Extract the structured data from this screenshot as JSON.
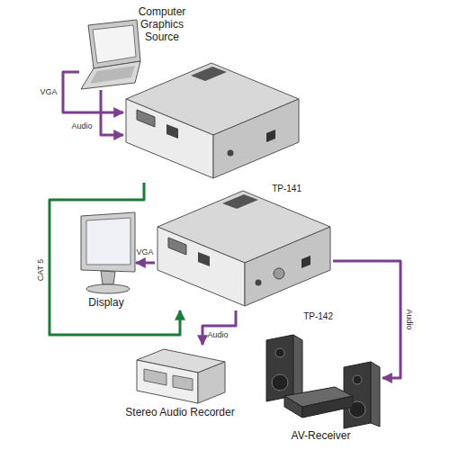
{
  "diagram": {
    "nodes": [
      {
        "text": [
          "Computer Graphics Source"
        ]
      },
      {
        "text": [
          "TP-141"
        ]
      },
      {
        "text": [
          "Display"
        ]
      },
      {
        "text": [
          "TP-142"
        ]
      },
      {
        "text": [
          "Stereo Audio Recorder"
        ]
      },
      {
        "text": [
          "AV-Receiver"
        ]
      }
    ],
    "edges": [
      {
        "from": 0,
        "to": 1,
        "arrow": "to",
        "label": "VGA"
      },
      {
        "from": 0,
        "to": 1,
        "arrow": "to",
        "label": "Audio"
      },
      {
        "from": 1,
        "to": 3,
        "arrow": "to",
        "label": "CAT 5"
      },
      {
        "from": 3,
        "to": 2,
        "arrow": "to",
        "label": "VGA"
      },
      {
        "from": 3,
        "to": 4,
        "arrow": "to",
        "label": "Audio"
      },
      {
        "from": 3,
        "to": 5,
        "arrow": "to",
        "label": "Audio"
      }
    ]
  }
}
